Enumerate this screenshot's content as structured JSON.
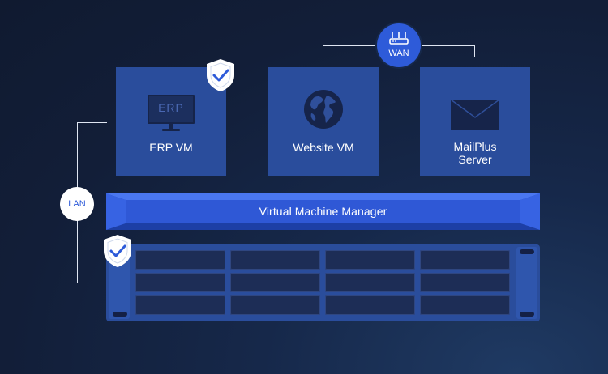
{
  "cards": [
    {
      "key": "erp",
      "label": "ERP VM",
      "screen_text": "ERP",
      "icon": "monitor-icon"
    },
    {
      "key": "website",
      "label": "Website VM",
      "icon": "globe-icon"
    },
    {
      "key": "mail",
      "label": "MailPlus Server",
      "label_line1": "MailPlus",
      "label_line2": "Server",
      "icon": "envelope-icon"
    }
  ],
  "wan": {
    "label": "WAN",
    "icon": "router-icon"
  },
  "lan": {
    "label": "LAN"
  },
  "vmm": {
    "label": "Virtual Machine Manager"
  },
  "colors": {
    "background": "#121e38",
    "card": "#2a4d9c",
    "vmm_bar": "#2f58d6",
    "wan_badge": "#2e5bd9",
    "lan_badge": "#ffffff",
    "chassis": "#2a4d9c",
    "shield": "#ffffff",
    "check": "#2e5bd9"
  }
}
